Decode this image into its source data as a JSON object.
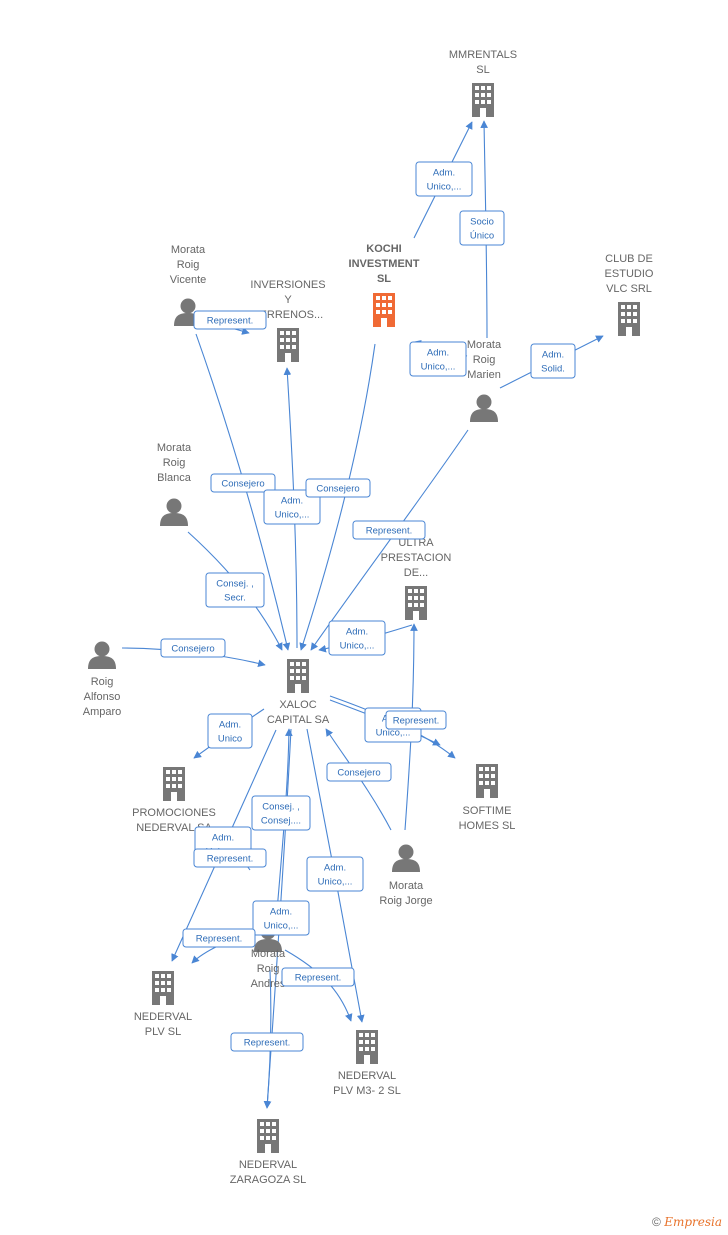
{
  "colors": {
    "edge": "#4a86d4",
    "node": "#777777",
    "highlight": "#f06a35"
  },
  "nodes": [
    {
      "id": "mmrentals",
      "type": "company",
      "label": [
        "MMRENTALS",
        "SL"
      ]
    },
    {
      "id": "kochi",
      "type": "company",
      "label": [
        "KOCHI",
        "INVESTMENT",
        "SL"
      ],
      "highlight": true
    },
    {
      "id": "inversiones",
      "type": "company",
      "label": [
        "INVERSIONES",
        "Y",
        "TERRENOS..."
      ]
    },
    {
      "id": "club",
      "type": "company",
      "label": [
        "CLUB DE",
        "ESTUDIO",
        "VLC SRL"
      ]
    },
    {
      "id": "vicente",
      "type": "person",
      "label": [
        "Morata",
        "Roig",
        "Vicente"
      ]
    },
    {
      "id": "marien",
      "type": "person",
      "label": [
        "Morata",
        "Roig",
        "Marien"
      ]
    },
    {
      "id": "blanca",
      "type": "person",
      "label": [
        "Morata",
        "Roig",
        "Blanca"
      ]
    },
    {
      "id": "ultra",
      "type": "company",
      "label": [
        "ULTRA",
        "PRESTACION",
        "DE..."
      ]
    },
    {
      "id": "alfonso",
      "type": "person",
      "label": [
        "Roig",
        "Alfonso",
        "Amparo"
      ]
    },
    {
      "id": "xaloc",
      "type": "company",
      "label": [
        "XALOC",
        "CAPITAL SA"
      ]
    },
    {
      "id": "promociones",
      "type": "company",
      "label": [
        "PROMOCIONES",
        "NEDERVAL SA"
      ]
    },
    {
      "id": "softime",
      "type": "company",
      "label": [
        "SOFTIME",
        "HOMES  SL"
      ]
    },
    {
      "id": "jorge",
      "type": "person",
      "label": [
        "Morata",
        "Roig Jorge"
      ]
    },
    {
      "id": "andres",
      "type": "person",
      "label": [
        "Morata",
        "Roig",
        "Andres"
      ]
    },
    {
      "id": "plv",
      "type": "company",
      "label": [
        "NEDERVAL",
        "PLV  SL"
      ]
    },
    {
      "id": "plvm3",
      "type": "company",
      "label": [
        "NEDERVAL",
        "PLV M3- 2  SL"
      ]
    },
    {
      "id": "zaragoza",
      "type": "company",
      "label": [
        "NEDERVAL",
        "ZARAGOZA  SL"
      ]
    }
  ],
  "edges": [
    {
      "from": "kochi",
      "to": "mmrentals",
      "label": [
        "Adm.",
        "Unico,..."
      ]
    },
    {
      "from": "marien",
      "to": "mmrentals",
      "label": [
        "Socio",
        "Único"
      ]
    },
    {
      "from": "marien",
      "to": "club",
      "label": [
        "Adm.",
        "Solid."
      ]
    },
    {
      "from": "marien",
      "to": "kochi",
      "label": [
        "Adm.",
        "Unico,..."
      ]
    },
    {
      "from": "vicente",
      "to": "inversiones",
      "label": [
        "Represent."
      ]
    },
    {
      "from": "vicente",
      "to": "xaloc",
      "label": [
        "Consejero"
      ]
    },
    {
      "from": "xaloc",
      "to": "inversiones",
      "label": [
        "Adm.",
        "Unico,..."
      ]
    },
    {
      "from": "kochi",
      "to": "xaloc",
      "label": [
        "Consejero"
      ]
    },
    {
      "from": "marien",
      "to": "xaloc",
      "label": [
        "Represent."
      ]
    },
    {
      "from": "blanca",
      "to": "xaloc",
      "label": [
        "Consej. ,",
        "Secr."
      ]
    },
    {
      "from": "alfonso",
      "to": "xaloc",
      "label": [
        "Consejero"
      ]
    },
    {
      "from": "ultra",
      "to": "xaloc",
      "label": [
        "Adm.",
        "Unico,..."
      ]
    },
    {
      "from": "xaloc",
      "to": "promociones",
      "label": [
        "Adm.",
        "Unico"
      ]
    },
    {
      "from": "xaloc",
      "to": "softime",
      "label": [
        "Adm.",
        "Unico,..."
      ]
    },
    {
      "from": "xaloc",
      "to": "softime",
      "label": [
        "Represent."
      ]
    },
    {
      "from": "jorge",
      "to": "xaloc",
      "label": [
        "Consejero"
      ]
    },
    {
      "from": "jorge",
      "to": "ultra",
      "label": []
    },
    {
      "from": "andres",
      "to": "xaloc",
      "label": [
        "Consej. ,",
        "Consej...."
      ]
    },
    {
      "from": "xaloc",
      "to": "plv",
      "label": [
        "Adm.",
        "Unico,..."
      ]
    },
    {
      "from": "andres",
      "to": "promociones",
      "label": [
        "Represent."
      ]
    },
    {
      "from": "xaloc",
      "to": "plvm3",
      "label": [
        "Adm.",
        "Unico,..."
      ]
    },
    {
      "from": "xaloc",
      "to": "zaragoza",
      "label": [
        "Adm.",
        "Unico,..."
      ]
    },
    {
      "from": "andres",
      "to": "plv",
      "label": [
        "Represent."
      ]
    },
    {
      "from": "andres",
      "to": "plvm3",
      "label": [
        "Represent."
      ]
    },
    {
      "from": "andres",
      "to": "zaragoza",
      "label": [
        "Represent."
      ]
    }
  ],
  "footer": {
    "copyright": "©",
    "brand": "Empresia"
  }
}
